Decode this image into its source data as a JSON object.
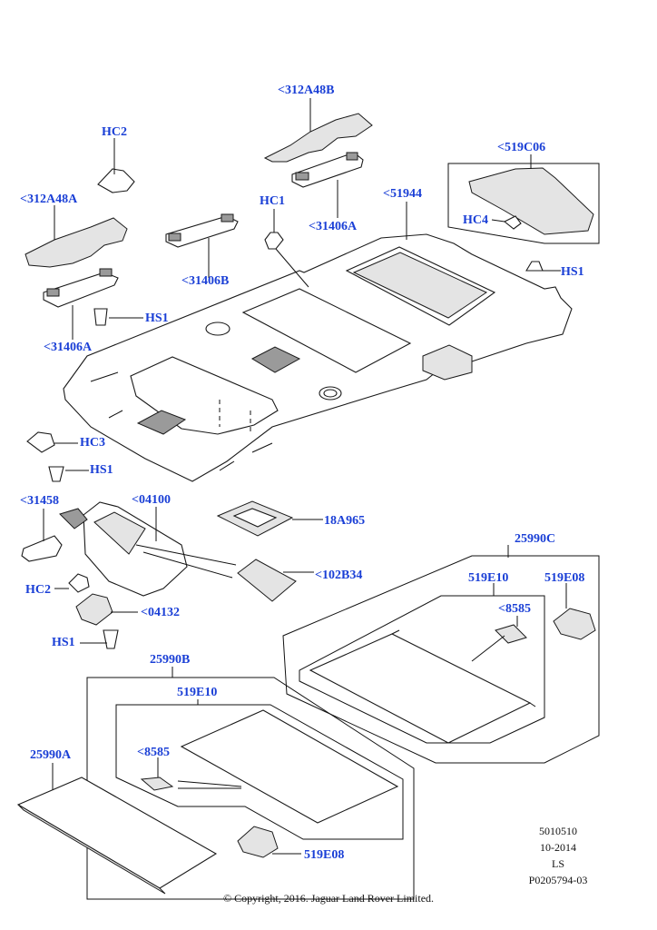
{
  "labels": {
    "l_312A48B": "<312A48B",
    "l_HC2_top": "HC2",
    "l_519C06": "<519C06",
    "l_312A48A": "<312A48A",
    "l_HC1": "HC1",
    "l_51944": "<51944",
    "l_HC4": "HC4",
    "l_31406A_top": "<31406A",
    "l_HS1_right": "HS1",
    "l_31406B": "<31406B",
    "l_HS1_left": "HS1",
    "l_31406A_left": "<31406A",
    "l_HC3": "HC3",
    "l_HS1_mid": "HS1",
    "l_31458": "<31458",
    "l_04100": "<04100",
    "l_18A965": "18A965",
    "l_102B34": "<102B34",
    "l_25990C": "25990C",
    "l_519E10_right": "519E10",
    "l_519E08_right": "519E08",
    "l_HC2_low": "HC2",
    "l_04132": "<04132",
    "l_8585_right": "<8585",
    "l_HS1_low": "HS1",
    "l_25990B": "25990B",
    "l_519E10_left": "519E10",
    "l_8585_left": "<8585",
    "l_25990A": "25990A",
    "l_519E08_left": "519E08"
  },
  "meta": {
    "line1": "5010510",
    "line2": "10-2014",
    "line3": "LS",
    "line4": "P0205794-03"
  },
  "copyright": "© Copyright, 2016. Jaguar Land Rover Limited.",
  "colors": {
    "label": "#1a3fd6",
    "line": "#1a1a1a"
  }
}
